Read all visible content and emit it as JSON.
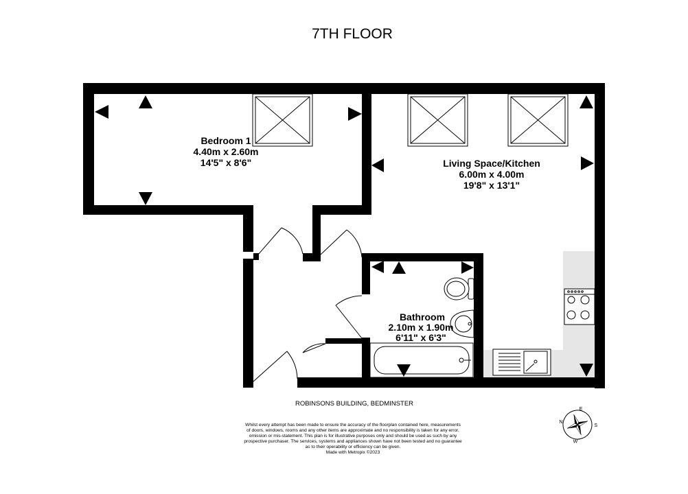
{
  "floor_title": "7TH FLOOR",
  "rooms": {
    "bedroom": {
      "name": "Bedroom 1",
      "metric": "4.40m  x 2.60m",
      "imperial": "14'5\"  x 8'6\""
    },
    "living": {
      "name": "Living Space/Kitchen",
      "metric": "6.00m  x 4.00m",
      "imperial": "19'8\"  x 13'1\""
    },
    "bathroom": {
      "name": "Bathroom",
      "metric": "2.10m  x 1.90m",
      "imperial": "6'11\"  x 6'3\""
    }
  },
  "building": "ROBINSONS BUILDING, BEDMINSTER",
  "disclaimer": [
    "Whilst every attempt has been made to ensure the accuracy of the floorplan contained here, measurements",
    "of doors, windows, rooms and any other items are approximate and no responsibility is taken for any error,",
    "omission or mis-statement. This plan is for illustrative purposes only and should be used as such by any",
    "prospective purchaser. The services, systems and appliances shown have not been tested and no guarantee",
    "as to their operability or efficiency can be given.",
    "Made with Metropix ©2023"
  ],
  "compass": {
    "n": "N",
    "e": "E",
    "s": "S",
    "w": "W"
  },
  "colors": {
    "wall": "#000000",
    "fixture_fill": "#ffffff",
    "kitchen_counter": "#e6e6e6"
  }
}
